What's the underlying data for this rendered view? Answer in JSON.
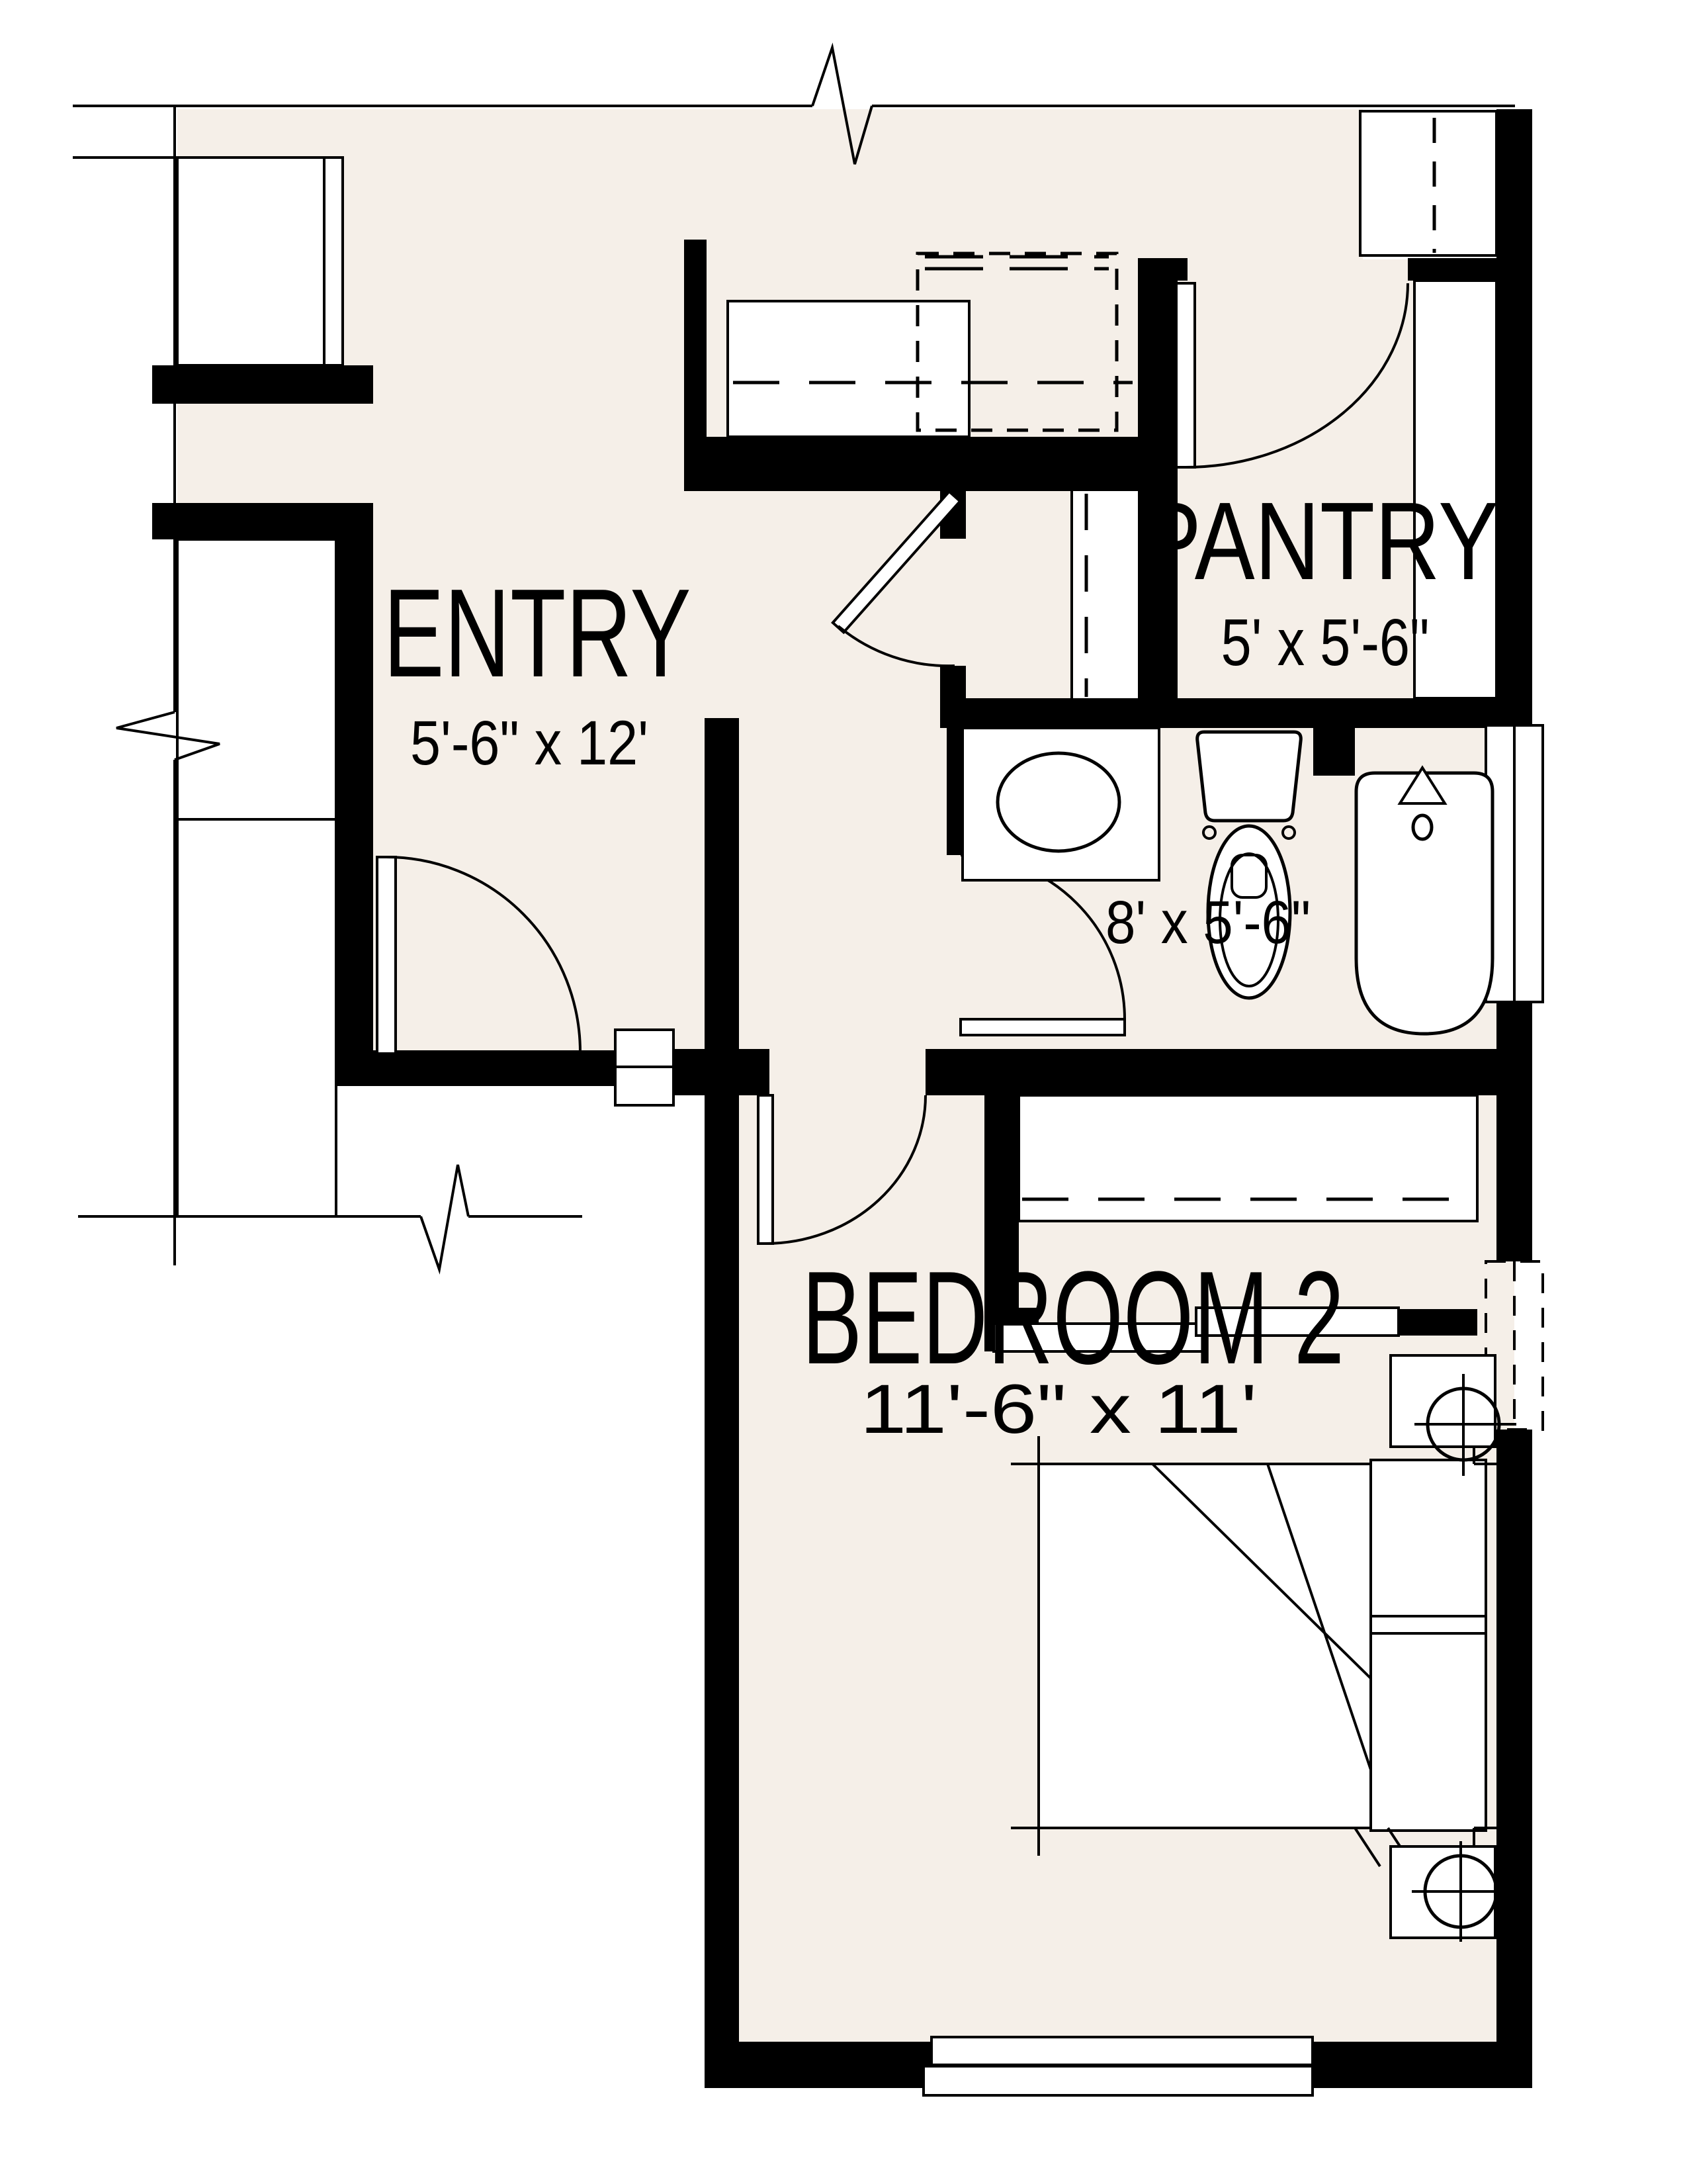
{
  "drawing": {
    "type": "architectural floor plan (partial unit, cut by break lines)",
    "colors": {
      "background": "#ffffff",
      "floor_fill": "#f5efe8",
      "walls": "#000000",
      "linework": "#000000",
      "text": "#000000"
    },
    "rooms": [
      {
        "id": "entry",
        "name": "ENTRY",
        "size": "5'-6\" x 12'"
      },
      {
        "id": "pantry",
        "name": "PANTRY",
        "size": "5' x 5'-6\""
      },
      {
        "id": "bathroom",
        "name": "",
        "size": "8' x 5'-6\""
      },
      {
        "id": "bedroom2",
        "name": "BEDROOM 2",
        "size": "11'-6\" x 11'"
      }
    ],
    "fixtures_and_symbols": [
      "entry-front-door-with-swing-arc",
      "hall-door-with-swing-arc",
      "pantry-door-with-swing-arc",
      "bathroom-door-with-swing-arc",
      "bedroom-door-with-swing-arc",
      "entry-closet-with-dashed-rod",
      "dashed-appliance-space-with-shelves",
      "upper-closet-with-dashed-divider",
      "bedroom-closet-with-rod-and-bypass-sliding-doors",
      "vanity-with-oval-sink",
      "toilet",
      "bathtub-with-faucet-and-drain",
      "bathroom-side-window",
      "bedroom-side-window-dashed",
      "bedroom-bottom-window",
      "wall-opening-at-entry",
      "bed-with-fold-back-cover",
      "headboard-with-pillows",
      "nightstand-with-lamp-top",
      "nightstand-with-lamp-bottom",
      "break-line-top",
      "break-line-left",
      "break-line-bottom-left"
    ]
  }
}
